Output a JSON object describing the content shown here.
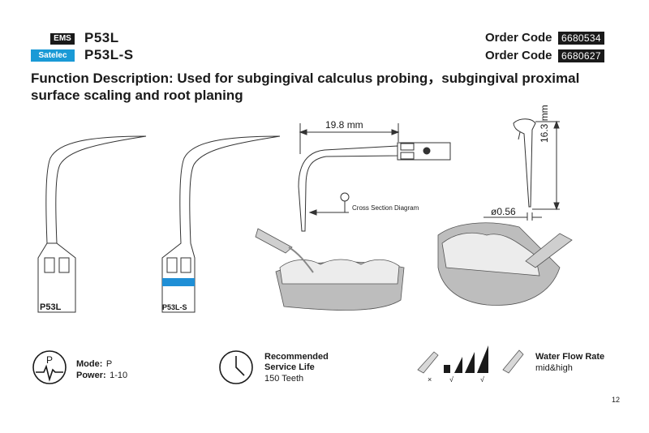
{
  "header": {
    "brand_ems": "EMS",
    "brand_satelec": "Satelec",
    "model_ems": "P53L",
    "model_satelec": "P53L-S",
    "order_label": "Order Code",
    "order_code_ems": "6680534",
    "order_code_satelec": "6680627"
  },
  "function_description": "Function Description: Used for subgingival calculus probing，subgingival proximal surface scaling and root planing",
  "diagram": {
    "tip_label_1": "P53L",
    "tip_label_2": "P53L-S",
    "length_dim": "19.8 mm",
    "height_dim": "16.3 mm",
    "diameter_dim": "ø0.56",
    "cross_section": "Cross Section Diagram"
  },
  "specs": {
    "mode_label": "Mode:",
    "mode_value": "P",
    "power_label": "Power:",
    "power_value": "1-10",
    "service_life_title_1": "Recommended",
    "service_life_title_2": "Service Life",
    "service_life_value": "150 Teeth",
    "water_flow_title": "Water Flow Rate",
    "water_flow_value": "mid&high",
    "mode_icon_letter": "P",
    "flow_marks": [
      "×",
      "√",
      "√"
    ]
  },
  "page_number": "12",
  "colors": {
    "accent": "#1a9ad6",
    "ring": "#1f8fd6"
  }
}
